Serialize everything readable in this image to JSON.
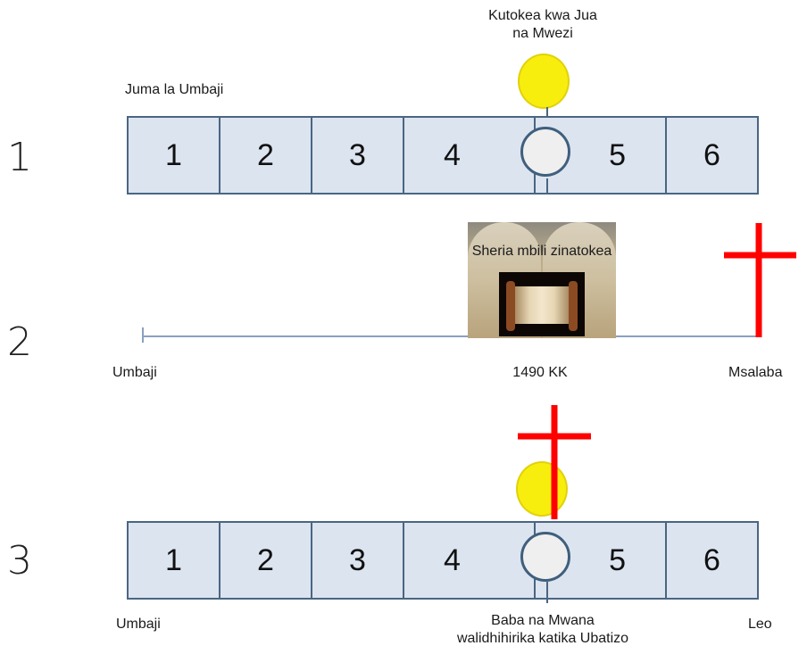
{
  "rows": {
    "one": "1",
    "two": "2",
    "three": "3"
  },
  "diagram1": {
    "top_label_line1": "Kutokea kwa Jua",
    "top_label_line2": "na Mwezi",
    "week_label": "Juma la Umbaji",
    "cells": [
      "1",
      "2",
      "3",
      "4",
      "5",
      "6"
    ]
  },
  "diagram2": {
    "law_label": "Sheria mbili zinatokea",
    "start_label": "Umbaji",
    "middle_label": "1490 KK",
    "end_label": "Msalaba"
  },
  "diagram3": {
    "cells": [
      "1",
      "2",
      "3",
      "4",
      "5",
      "6"
    ],
    "start_label": "Umbaji",
    "bottom_label_line1": "Baba na Mwana",
    "bottom_label_line2": "walidhihirika katika Ubatizo",
    "end_label": "Leo"
  },
  "colors": {
    "cell_fill": "#dce4f0",
    "cell_border": "#4a6682",
    "sun": "#f7ee0e",
    "cross": "#ff0000",
    "timeline": "#8aa0c0"
  }
}
